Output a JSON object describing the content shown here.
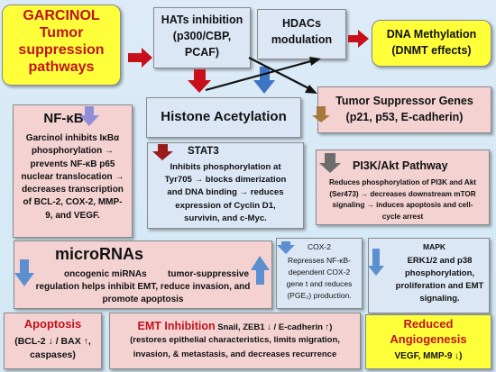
{
  "title": {
    "line1": "GARCINOL",
    "line2": "Tumor",
    "line3": "suppression",
    "line4": "pathways"
  },
  "hats": {
    "line1": "HATs inhibition",
    "line2": "(p300/CBP,",
    "line3": "PCAF)"
  },
  "hdacs": {
    "line1": "HDACs",
    "line2": "modulation"
  },
  "dna": {
    "line1": "DNA Methylation",
    "line2": "(DNMT effects)"
  },
  "tsg": {
    "line1": "Tumor Suppressor Genes",
    "line2": "(p21, p53, E-cadherin)"
  },
  "histone": {
    "label": "Histone Acetylation"
  },
  "nfkb": {
    "title": "NF-κB",
    "lines": [
      "Garcinol inhibits IκBα",
      "phosphorylation →",
      "prevents NF-κB p65",
      "nuclear translocation →",
      "decreases transcription",
      "of BCL-2, COX-2, MMP-",
      "9, and VEGF."
    ]
  },
  "stat3": {
    "title": "STAT3",
    "lines": [
      "Inhibits phosphorylation at",
      "Tyr705 → blocks dimerization",
      "and DNA binding → reduces",
      "expression of Cyclin D1,",
      "survivin, and c-Myc."
    ]
  },
  "pi3k": {
    "title": "PI3K/Akt Pathway",
    "lines": [
      "Reduces phosphorylation of PI3K and Akt",
      "(Ser473) → decreases downstream mTOR",
      "signaling → induces apoptosis and cell-",
      "cycle arrest"
    ]
  },
  "mirna": {
    "title": "microRNAs",
    "line1a": "oncogenic miRNAs",
    "line1b": "tumor-suppressive",
    "line2": "regulation helps inhibit EMT, reduce invasion, and",
    "line3": "promote apoptosis"
  },
  "cox2": {
    "title": "COX-2",
    "lines": [
      "Represses NF-κB-",
      "dependent COX-2",
      "gene t and reduces",
      "(PGE₂) production."
    ]
  },
  "mapk": {
    "title": "MAPK",
    "lines": [
      "ERK1/2 and p38",
      "phosphorylation,",
      "proliferation and EMT",
      "signaling."
    ]
  },
  "apoptosis": {
    "title": "Apoptosis",
    "line2": "(BCL-2 ↓ / BAX ↑,",
    "line3": "caspases)"
  },
  "emt": {
    "title": "EMT Inhibition",
    "title_rest": " Snail, ZEB1 ↓ / E-cadherin ↑)",
    "line2": "(restores epithelial characteristics, limits migration,",
    "line3": "invasion, & metastasis, and decreases recurrence"
  },
  "angio": {
    "line1": "Reduced",
    "line2": "Angiogenesis",
    "line3": "VEGF, MMP-9 ↓)"
  },
  "colors": {
    "red": "#c0141c",
    "pink_bg": "#f4d2d2",
    "blue_bg": "#dbe7f5",
    "yellow": "#ffff3a",
    "arrow_red": "#c8101a",
    "arrow_blue": "#5b8fd0",
    "arrow_gray": "#6d6d6d",
    "arrow_tan": "#a8793c"
  }
}
